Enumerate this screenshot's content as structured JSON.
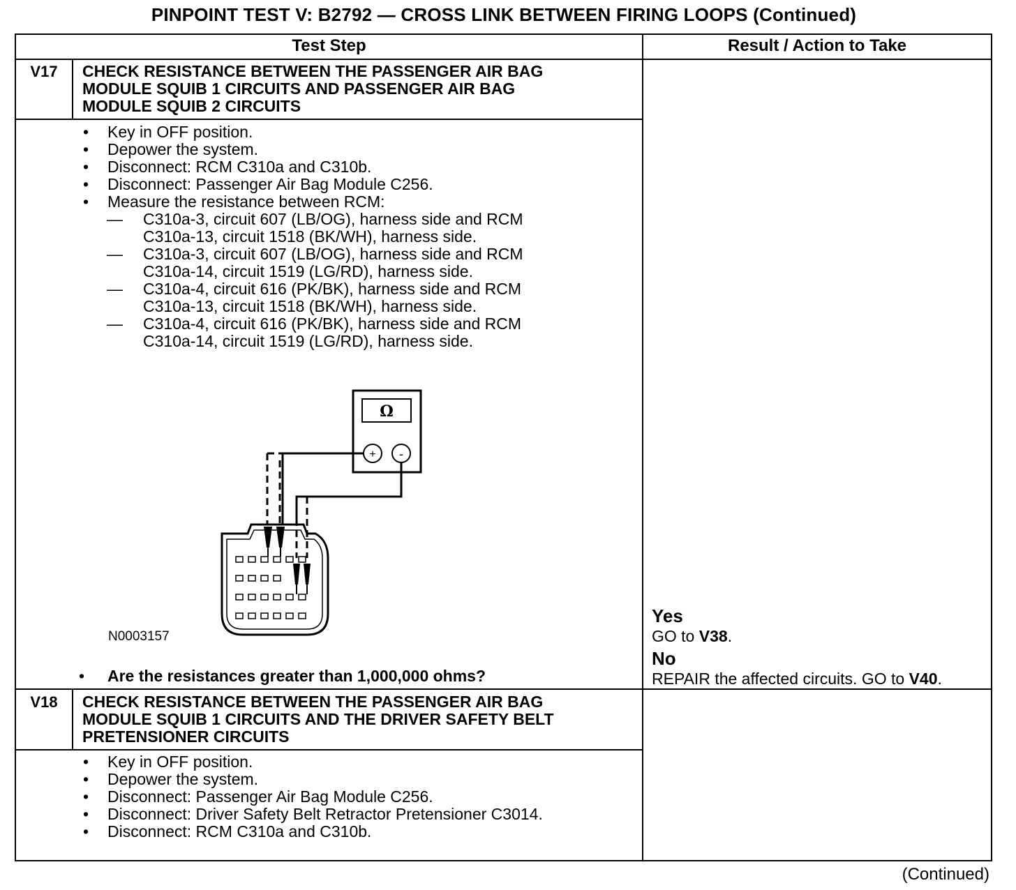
{
  "title": "PINPOINT TEST  V: B2792 — CROSS LINK BETWEEN FIRING LOOPS (Continued)",
  "header": {
    "test_step": "Test Step",
    "result": "Result / Action to Take"
  },
  "v17": {
    "id": "V17",
    "title_lines": [
      "CHECK RESISTANCE BETWEEN THE PASSENGER AIR BAG",
      "MODULE SQUIB 1 CIRCUITS AND PASSENGER AIR BAG",
      "MODULE SQUIB 2 CIRCUITS"
    ],
    "bullets": [
      "Key in OFF position.",
      "Depower the system.",
      "Disconnect: RCM C310a and C310b.",
      "Disconnect: Passenger Air Bag Module C256.",
      "Measure the resistance between RCM:"
    ],
    "sub_items": [
      [
        "C310a-3, circuit 607 (LB/OG), harness side and RCM",
        "C310a-13, circuit 1518 (BK/WH), harness side."
      ],
      [
        "C310a-3, circuit 607 (LB/OG), harness side and RCM",
        "C310a-14, circuit 1519 (LG/RD), harness side."
      ],
      [
        "C310a-4, circuit 616 (PK/BK), harness side and RCM",
        "C310a-13, circuit 1518 (BK/WH), harness side."
      ],
      [
        "C310a-4, circuit 616 (PK/BK), harness side and RCM",
        "C310a-14, circuit 1519 (LG/RD), harness side."
      ]
    ],
    "figure": {
      "meter_symbol": "Ω",
      "plus": "+",
      "minus": "-",
      "figure_id": "N0003157"
    },
    "question": "Are the resistances greater than 1,000,000 ohms?",
    "result": {
      "yes_label": "Yes",
      "yes_go": "GO to ",
      "yes_target": "V38",
      "yes_end": ".",
      "no_label": "No",
      "no_text": "REPAIR the affected circuits. GO to ",
      "no_target": "V40",
      "no_end": "."
    }
  },
  "v18": {
    "id": "V18",
    "title_lines": [
      "CHECK RESISTANCE BETWEEN THE PASSENGER AIR BAG",
      "MODULE SQUIB 1 CIRCUITS AND THE DRIVER SAFETY BELT",
      "PRETENSIONER CIRCUITS"
    ],
    "bullets": [
      "Key in OFF position.",
      "Depower the system.",
      "Disconnect: Passenger Air Bag Module C256.",
      "Disconnect: Driver Safety Belt Retractor Pretensioner C3014.",
      "Disconnect: RCM C310a and C310b."
    ]
  },
  "continued": "(Continued)",
  "bullet_char": "•",
  "dash_char": "—"
}
